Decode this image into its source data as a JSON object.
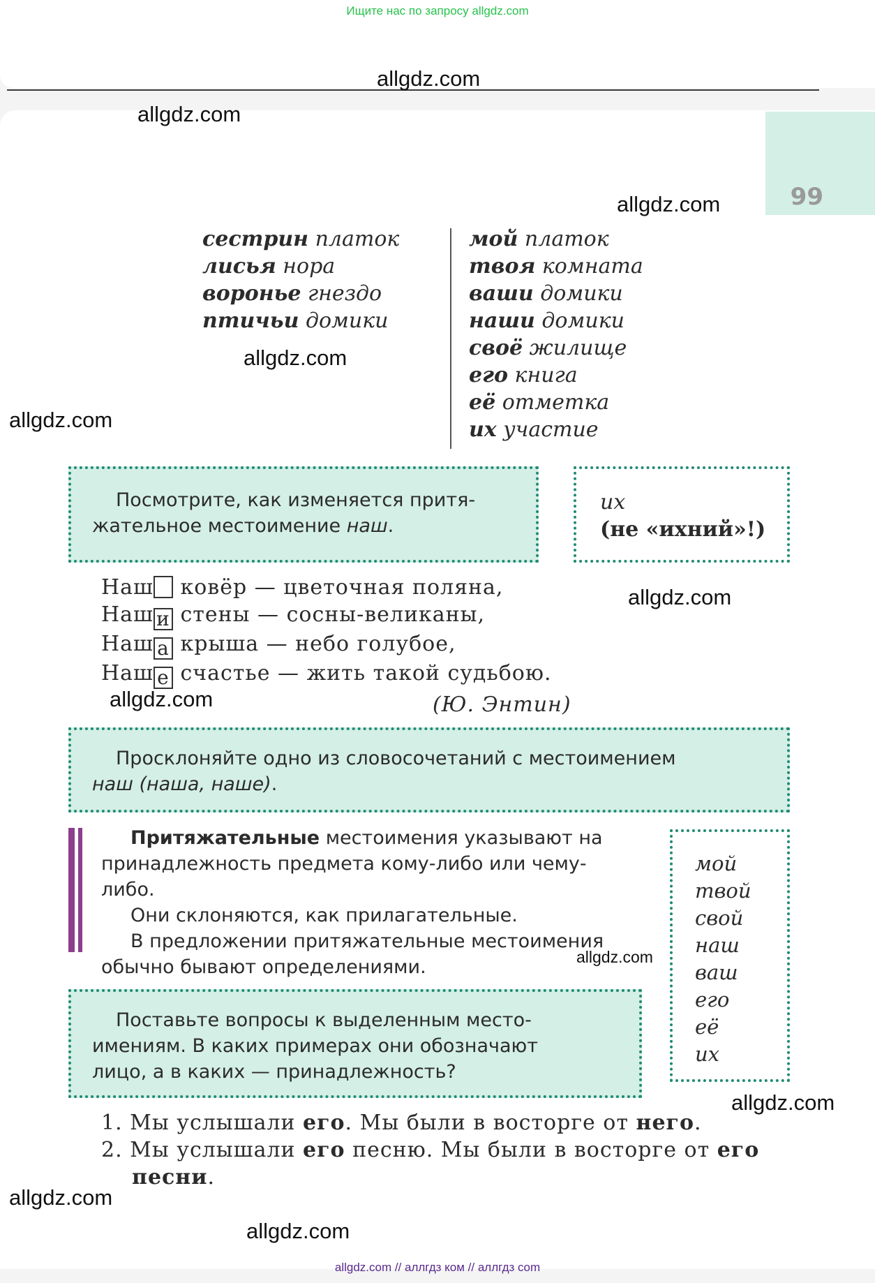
{
  "header": {
    "top_note": "Ищите нас по запросу allgdz.com",
    "page_number": "99"
  },
  "watermark": "allgdz.com",
  "left_column": [
    {
      "word": "сестрин",
      "noun": "платок"
    },
    {
      "word": "лисья",
      "noun": "нора"
    },
    {
      "word": "воронье",
      "noun": "гнездо"
    },
    {
      "word": "птичьи",
      "noun": "домики"
    }
  ],
  "right_column": [
    {
      "word": "мой",
      "noun": "платок"
    },
    {
      "word": "твоя",
      "noun": "комната"
    },
    {
      "word": "ваши",
      "noun": "домики"
    },
    {
      "word": "наши",
      "noun": "домики"
    },
    {
      "word": "своё",
      "noun": "жилище"
    },
    {
      "word": "его",
      "noun": "книга"
    },
    {
      "word": "её",
      "noun": "отметка"
    },
    {
      "word": "их",
      "noun": "участие"
    }
  ],
  "task1": {
    "text": "Посмотрите, как изменяется притя-",
    "text2": "жательное местоимение ",
    "italic": "наш",
    "end": "."
  },
  "note_box": {
    "line1": "их",
    "line2": "(не «ихний»!)"
  },
  "poem": {
    "lines": [
      {
        "stem": "Наш",
        "ending": "",
        "rest": "ковёр — цветочная поляна,"
      },
      {
        "stem": "Наш",
        "ending": "и",
        "rest": "стены — сосны-великаны,"
      },
      {
        "stem": "Наш",
        "ending": "а",
        "rest": "крыша — небо голубое,"
      },
      {
        "stem": "Наш",
        "ending": "е",
        "rest": "счастье — жить такой судьбою."
      }
    ],
    "author": "(Ю. Энтин)"
  },
  "task2": {
    "text": "Просклоняйте одно из словосочетаний с местоимением",
    "italic": "наш (наша, наше)",
    "end": "."
  },
  "rule": {
    "bold": "Притяжательные",
    "p1a": " местоимения указывают на",
    "p1b": "принадлежность предмета кому-либо или чему-",
    "p1c": "либо.",
    "p2": "Они склоняются, как прилагательные.",
    "p3a": "В предложении притяжательные местоимения",
    "p3b": "обычно бывают определениями."
  },
  "pronouns": [
    "мой",
    "твой",
    "свой",
    "наш",
    "ваш",
    "его",
    "её",
    "их"
  ],
  "task3": {
    "l1": "Поставьте вопросы к выделенным место-",
    "l2": "имениям. В каких примерах они обозначают",
    "l3": "лицо, а в каких — принадлежность?"
  },
  "examples": {
    "e1a": "1. Мы услышали ",
    "e1b": "его",
    "e1c": ". Мы были в восторге от ",
    "e1d": "него",
    "e1e": ".",
    "e2a": "2. Мы услышали ",
    "e2b": "его",
    "e2c": " песню. Мы были в восторге от ",
    "e2d": "его",
    "e2e": "песни",
    "e2f": "."
  },
  "footer": "allgdz.com // аллгдз ком // аллгдз com"
}
